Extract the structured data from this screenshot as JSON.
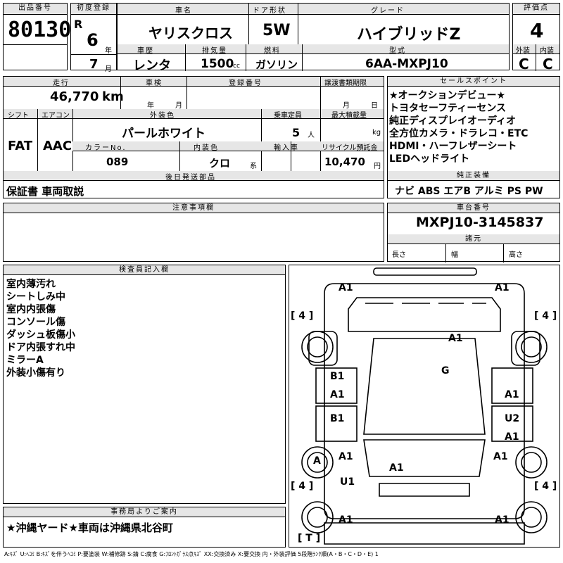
{
  "header": {
    "lot_label": "出品番号",
    "lot_number": "80130",
    "reg_label": "初度登録",
    "era": "R",
    "year": "6",
    "year_unit": "年",
    "month": "7",
    "month_unit": "月",
    "name_label": "車名",
    "car_name": "ヤリスクロス",
    "door_label": "ドア形状",
    "door": "5W",
    "grade_label": "グレード",
    "grade": "ハイブリッドZ",
    "score_label": "評価点",
    "score": "4",
    "history_label": "車歴",
    "history": "レンタ",
    "disp_label": "排気量",
    "displacement": "1500",
    "disp_unit": "cc",
    "fuel_label": "燃料",
    "fuel": "ガソリン",
    "model_label": "型式",
    "model": "6AA-MXPJ10",
    "ext_label": "外装",
    "ext_grade": "C",
    "int_label": "内装",
    "int_grade": "C"
  },
  "info": {
    "mileage_label": "走行",
    "mileage": "46,770",
    "mileage_unit": "km",
    "inspection_label": "車検",
    "insp_year": "年",
    "insp_month": "月",
    "regno_label": "登録番号",
    "transfer_label": "譲渡書類期限",
    "transfer_month": "月",
    "transfer_day": "日",
    "shift_label": "シフト",
    "shift": "FAT",
    "ac_label": "エアコン",
    "ac": "AAC",
    "color_label": "外装色",
    "color": "パールホワイト",
    "capacity_label": "乗車定員",
    "capacity": "5",
    "capacity_unit": "人",
    "load_label": "最大積載量",
    "load_unit": "kg",
    "colorno_label": "カラーNo.",
    "color_no": "089",
    "interior_label": "内装色",
    "interior": "クロ",
    "interior_unit": "系",
    "import_label": "輸入車",
    "recycle_label": "リサイクル預託金",
    "recycle": "10,470",
    "recycle_unit": "円",
    "later_label": "後日発送部品",
    "later_items": "保証書 車両取説",
    "caution_label": "注意事項欄"
  },
  "sales": {
    "label": "セールスポイント",
    "points": [
      "★オークションデビュー★",
      "トヨタセーフティーセンス",
      "純正ディスプレイオーディオ",
      "全方位カメラ・ドラレコ・ETC",
      "HDMI・ハーフレザーシート",
      "LEDヘッドライト"
    ]
  },
  "genuine": {
    "label": "純正装備",
    "items": "ナビ ABS エアB アルミ PS PW"
  },
  "chassis": {
    "label": "車台番号",
    "number": "MXPJ10-3145837",
    "specs_label": "諸元",
    "len": "長さ",
    "wid": "幅",
    "hei": "高さ"
  },
  "inspector": {
    "label": "検査員記入欄",
    "notes": [
      "室内薄汚れ",
      "シートしみ中",
      "室内内張傷",
      "コンソール傷",
      "ダッシュ板傷小",
      "ドア内張すれ中",
      "ミラーA",
      "外装小傷有り"
    ]
  },
  "office": {
    "label": "事務局よりご案内",
    "message": "★沖縄ヤード★車両は沖縄県北谷町"
  },
  "diagram": {
    "tire_fl": "4",
    "tire_fr": "4",
    "tire_rl": "4",
    "tire_rr": "4",
    "spare": "T",
    "marks": {
      "front_l": "A1",
      "front_r": "A1",
      "hood": "A1",
      "windshield": "G",
      "fender_l1": "B1",
      "fender_l2": "A1",
      "door_l": "B1",
      "door_r1": "A1",
      "door_r2": "U2",
      "door_r3": "A1",
      "rear_l": "A1",
      "rear_r": "A1",
      "roof": "A1",
      "wheel_rl": "A",
      "sill_l": "U1",
      "bumper_l": "A1",
      "bumper_r": "A1"
    }
  },
  "legend": "A:ｷｽﾞ U:ﾍｺﾐ B:ｷｽﾞを伴うﾍｺﾐ P:要塗装 W:補修跡 S:錆 C:腐食 G:ﾌﾛﾝﾄｶﾞﾗｽ点ｷｽﾞ XX:交換済み X:要交換 内・外装評価 5段階ﾗﾝｸ順(A・B・C・D・E) 1"
}
